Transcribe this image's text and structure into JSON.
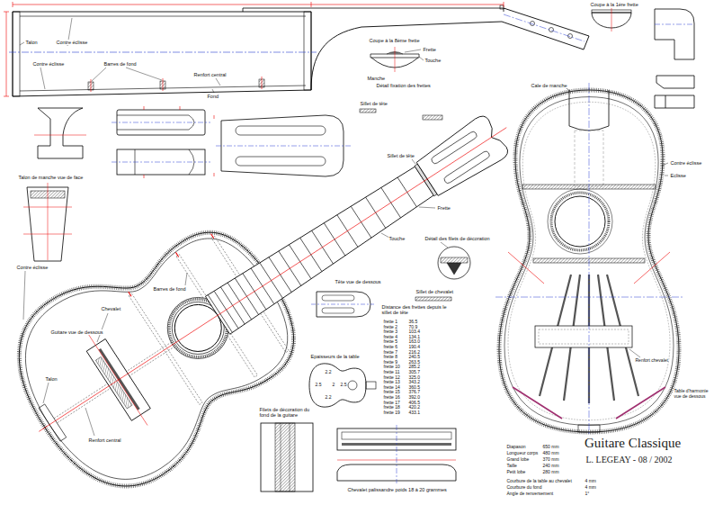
{
  "diagram": {
    "title": "Guitare Classique",
    "labels": [
      "Talon",
      "Contre éclisse",
      "Contre éclisse",
      "Barres de fond",
      "Renfort central",
      "Fond",
      "Coupe à la 8ème frette",
      "Frette",
      "Manche",
      "Touche",
      "Détail fixation des frettes",
      "Coupe à la 1ère frette",
      "Sillet de tête",
      "Sillet de tête",
      "Talon de manche vue de face",
      "Frette",
      "Touche",
      "Contre éclisse",
      "Guitare vue de dessous",
      "Barres de fond",
      "Chevalet",
      "Talon",
      "Renfort central",
      "Détail des filets de décoration",
      "Sillet de chevalet",
      "Tête vue de dessous",
      "Distance des frettes depuis le sillet de tête",
      "frette 1",
      "frette 2",
      "frette 3",
      "frette 4",
      "frette 5",
      "frette 6",
      "frette 7",
      "frette 8",
      "frette 9",
      "frette 10",
      "frette 11",
      "frette 12",
      "frette 13",
      "frette 14",
      "frette 15",
      "frette 16",
      "frette 17",
      "frette 18",
      "frette 19",
      "36.5",
      "70.9",
      "103.4",
      "134.1",
      "163.0",
      "190.4",
      "216.2",
      "240.5",
      "263.5",
      "285.2",
      "305.7",
      "325.0",
      "343.2",
      "360.5",
      "376.7",
      "392.0",
      "406.5",
      "420.2",
      "433.1",
      "Epaisseurs de la table",
      "2.5",
      "2.2",
      "2",
      "2.2",
      "2.5",
      "Filets de décoration du fond de la guitare",
      "Chevalet palissandre poids 18 à 20 grammes",
      "Cale de manche",
      "Contre éclisse",
      "Eclisse",
      "Renfort chevalet",
      "Table d'harmonie vue de dessous",
      "Diapason",
      "650 mm",
      "Longueur corps",
      "480 mm",
      "Grand lobe",
      "370 mm",
      "Taille",
      "240 mm",
      "Petit lobe",
      "280 mm",
      "Courbure de la table au chevalet",
      "4 mm",
      "Courbure du fond",
      "4 mm",
      "Angle de renversement",
      "1°",
      "L. LEGEAY - 08 / 2002"
    ]
  }
}
